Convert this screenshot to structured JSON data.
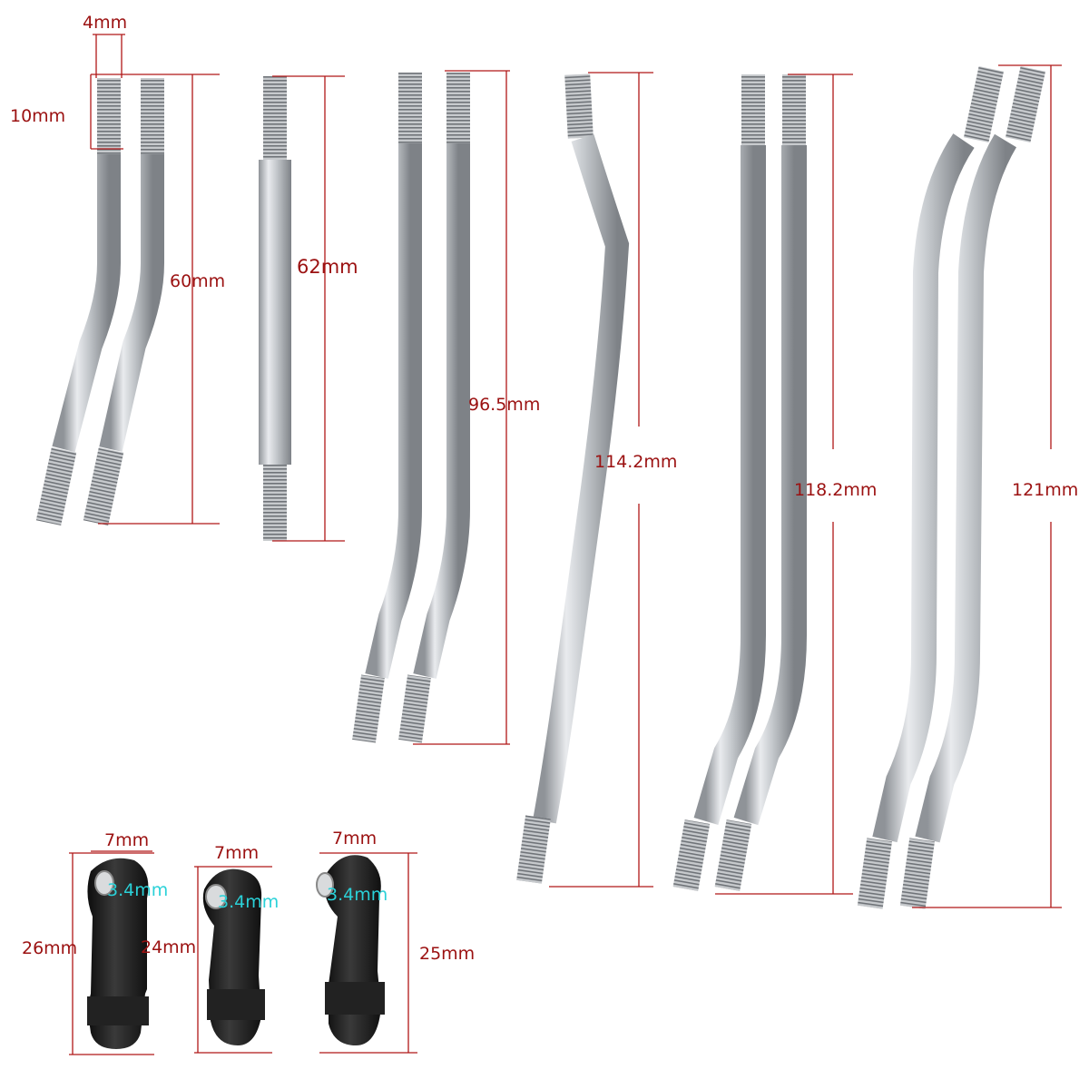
{
  "colors": {
    "background": "#ffffff",
    "dimension_text": "#9b1111",
    "dimension_line": "#b01818",
    "hole_dimension_text": "#2ad1d8",
    "rod_metal": "#c9ccd0",
    "rod_end_plastic": "#1c1c1c"
  },
  "rod_sets": [
    {
      "length_label": "60mm",
      "thread_diameter_label": "4mm",
      "thread_length_label": "10mm",
      "count": 2
    },
    {
      "length_label": "62mm",
      "count": 1
    },
    {
      "length_label": "96.5mm",
      "count": 2
    },
    {
      "length_label": "114.2mm",
      "count": 1
    },
    {
      "length_label": "118.2mm",
      "count": 2
    },
    {
      "length_label": "121mm",
      "count": 2
    }
  ],
  "rod_ends": [
    {
      "width_label": "7mm",
      "hole_label": "3.4mm",
      "height_label": "26mm"
    },
    {
      "width_label": "7mm",
      "hole_label": "3.4mm",
      "height_label": "24mm"
    },
    {
      "width_label": "7mm",
      "hole_label": "3.4mm",
      "height_label": "25mm"
    }
  ]
}
